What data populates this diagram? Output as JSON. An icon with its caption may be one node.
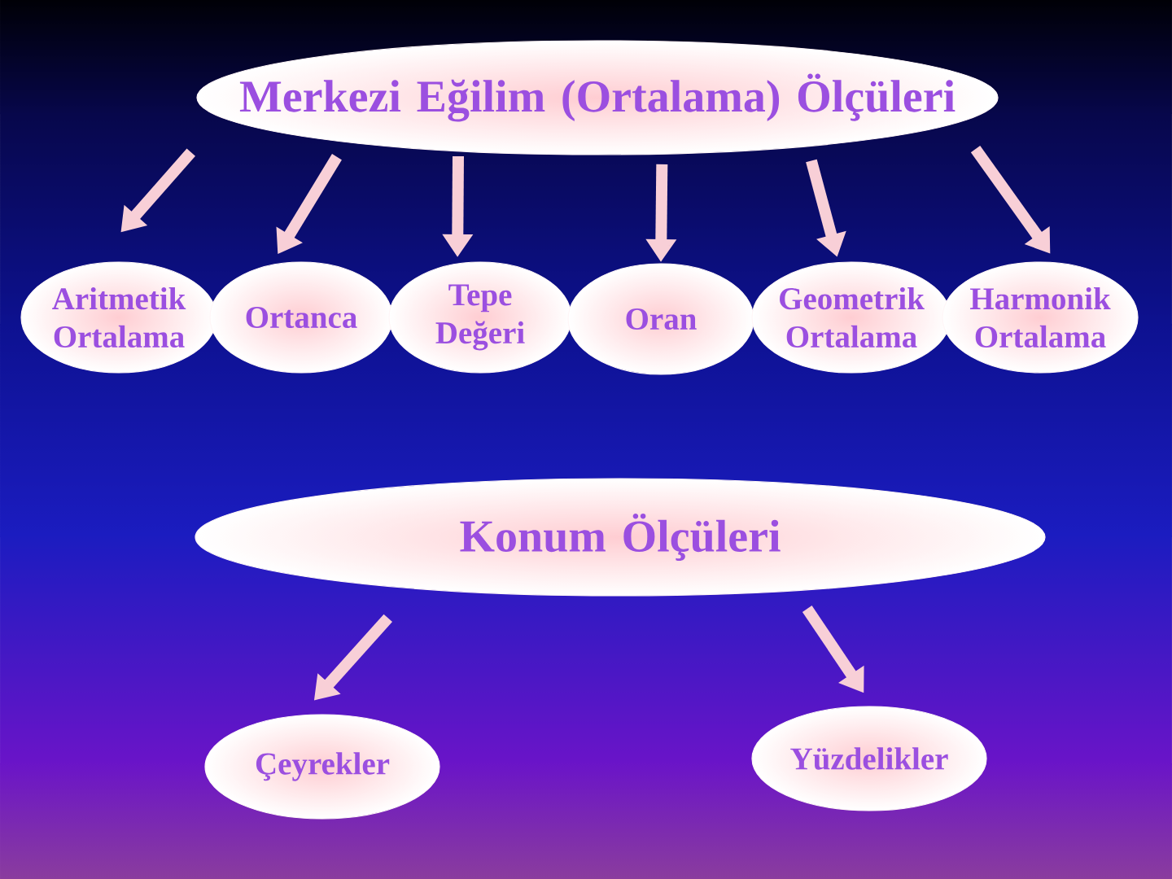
{
  "diagram": {
    "nodes": [
      {
        "text": [
          "Merkezi Eğilim (Ortalama) Ölçüleri"
        ]
      },
      {
        "text": [
          "Aritmetik Ortalama"
        ]
      },
      {
        "text": [
          "Ortanca"
        ]
      },
      {
        "text": [
          "Tepe Değeri"
        ]
      },
      {
        "text": [
          "Oran"
        ]
      },
      {
        "text": [
          "Geometrik Ortalama"
        ]
      },
      {
        "text": [
          "Harmonik Ortalama"
        ]
      },
      {
        "text": [
          "Konum Ölçüleri"
        ]
      },
      {
        "text": [
          "Çeyrekler"
        ]
      },
      {
        "text": [
          "Yüzdelikler"
        ]
      }
    ],
    "edges": [
      {
        "from": 0,
        "to": 1,
        "arrow": "to"
      },
      {
        "from": 0,
        "to": 2,
        "arrow": "to"
      },
      {
        "from": 0,
        "to": 3,
        "arrow": "to"
      },
      {
        "from": 0,
        "to": 4,
        "arrow": "to"
      },
      {
        "from": 0,
        "to": 5,
        "arrow": "to"
      },
      {
        "from": 0,
        "to": 6,
        "arrow": "to"
      },
      {
        "from": 7,
        "to": 8,
        "arrow": "to"
      },
      {
        "from": 7,
        "to": 9,
        "arrow": "to"
      }
    ]
  }
}
